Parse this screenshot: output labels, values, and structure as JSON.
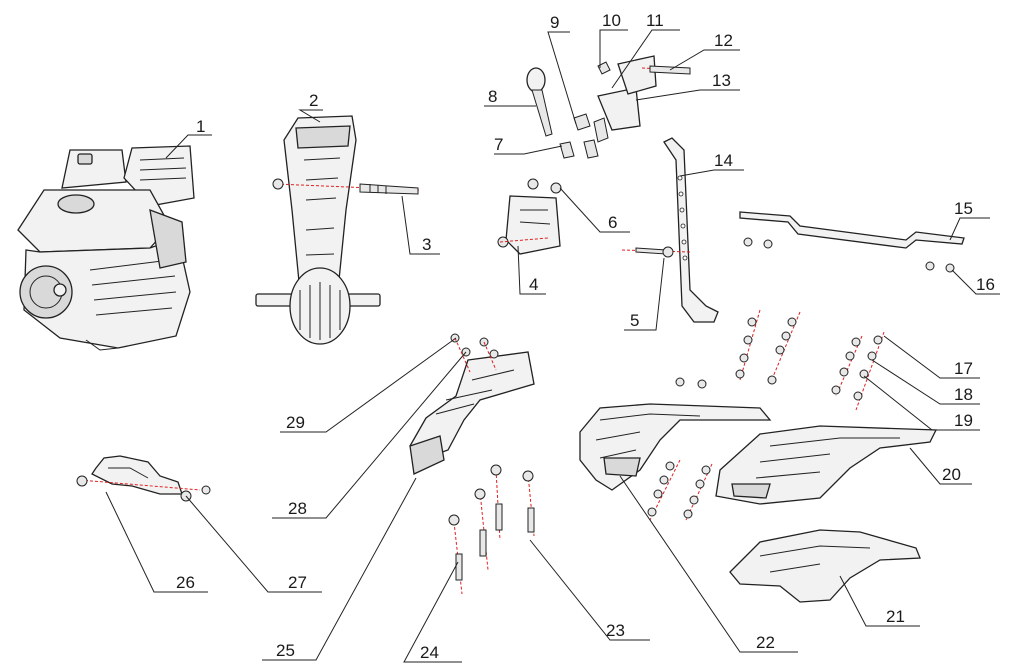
{
  "callouts": {
    "c1": "1",
    "c2": "2",
    "c3": "3",
    "c4": "4",
    "c5": "5",
    "c6": "6",
    "c7": "7",
    "c8": "8",
    "c9": "9",
    "c10": "10",
    "c11": "11",
    "c12": "12",
    "c13": "13",
    "c14": "14",
    "c15": "15",
    "c16": "16",
    "c17": "17",
    "c18": "18",
    "c19": "19",
    "c20": "20",
    "c21": "21",
    "c22": "22",
    "c23": "23",
    "c24": "24",
    "c25": "25",
    "c26": "26",
    "c27": "27",
    "c28": "28",
    "c29": "29"
  },
  "colors": {
    "line": "#222222",
    "fill": "#f2f2f2",
    "assembly_axis": "#e02020"
  }
}
